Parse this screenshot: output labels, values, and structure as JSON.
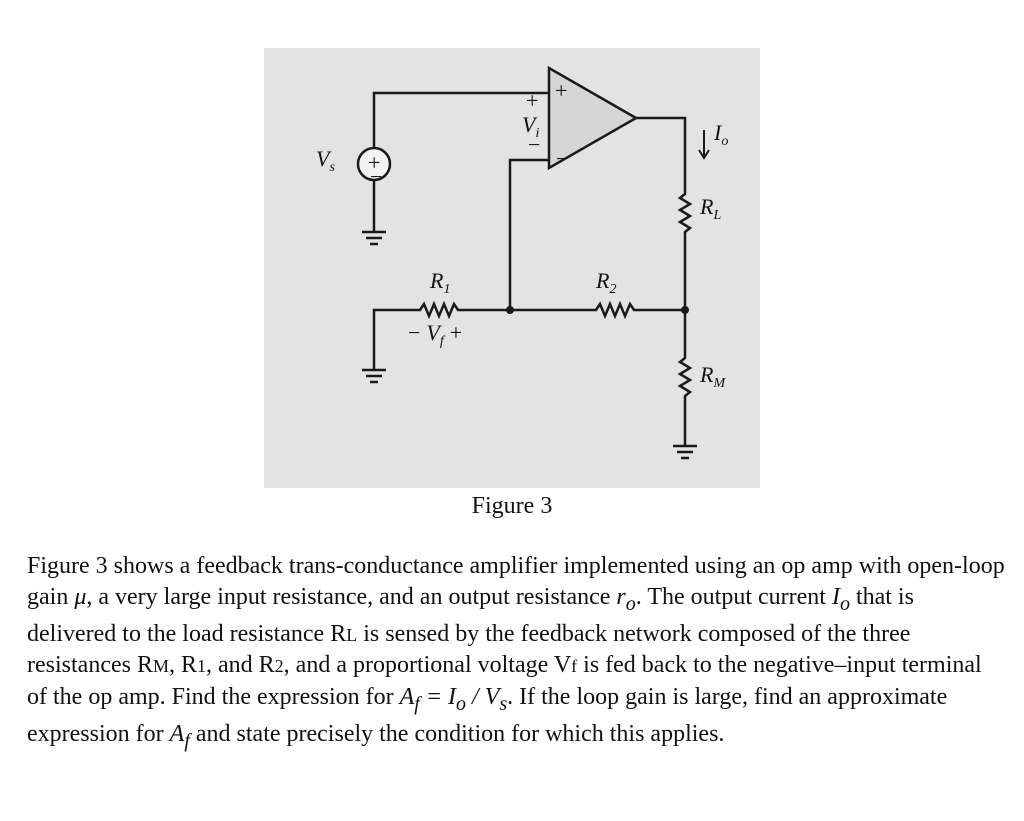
{
  "figure": {
    "caption": "Figure 3",
    "labels": {
      "vs": "V",
      "vs_sub": "s",
      "vi": "V",
      "vi_sub": "i",
      "io": "I",
      "io_sub": "o",
      "rl": "R",
      "rl_sub": "L",
      "rm": "R",
      "rm_sub": "M",
      "r1": "R",
      "r1_sub": "1",
      "r2": "R",
      "r2_sub": "2",
      "vf": "V",
      "vf_sub": "f",
      "plus": "+",
      "minus": "−"
    },
    "colors": {
      "background": "#ffffff",
      "panel": "#e3e3e3",
      "wire": "#1a1a1a"
    }
  },
  "problem": {
    "p1": "Figure 3 shows a feedback trans-conductance amplifier implemented using an op amp with open-loop gain ",
    "mu": "μ",
    "p2": ", a very large input resistance, and an output resistance ",
    "ro_var": "r",
    "ro_sub": "o",
    "p3": ". The output current ",
    "io_var": "I",
    "io_sub": "o",
    "p4": " that is delivered to the load resistance R",
    "rl_sub": "L",
    "p5": " is sensed by the feedback network composed of the three resistances R",
    "rm_sub": "M",
    "p6": ", R",
    "r1_sub": "1",
    "p7": ", and R",
    "r2_sub": "2",
    "p8": ", and a proportional voltage V",
    "vf_sub": "f",
    "p9": " is fed back to the negative–input terminal of the op amp. Find the expression for ",
    "af_eq": "A",
    "af_sub": "f",
    "eq_mid": " = I",
    "eq_o": "o",
    "eq_div": " / V",
    "eq_s": "s",
    "p10": ". If the loop gain is large, find an approximate expression for ",
    "af2": "A",
    "af2_sub": "f",
    "p11": " and state precisely the condition for which this applies."
  }
}
